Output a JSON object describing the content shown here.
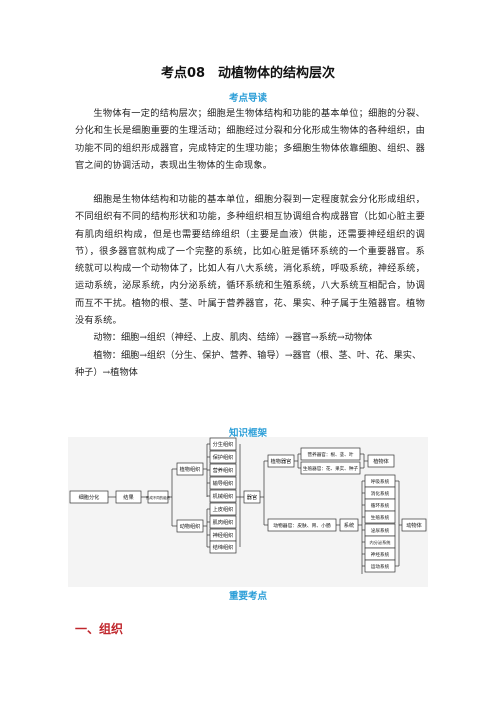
{
  "title": "考点08　动植物体的结构层次",
  "sections": {
    "guide": "考点导读",
    "framework": "知识框架",
    "key_points": "重要考点"
  },
  "paragraphs": [
    "生物体有一定的结构层次；细胞是生物体结构和功能的基本单位；细胞的分裂、分化和生长是细胞重要的生理活动；细胞经过分裂和分化形成生物体的各种组织，由功能不同的组织形成器官，完成特定的生理功能；多细胞生物体依靠细胞、组织、器官之间的协调活动，表现出生物体的生命现象。",
    "细胞是生物体结构和功能的基本单位，细胞分裂到一定程度就会分化形成组织，不同组织有不同的结构形状和功能，多种组织相互协调组合构成器官（比如心脏主要有肌肉组织构成，但是也需要结缔组织（主要是血液）供能，还需要神经组织的调节），很多器官就构成了一个完整的系统，比如心脏是循环系统的一个重要器官。系统就可以构成一个动物体了，比如人有八大系统，消化系统，呼吸系统，神经系统，运动系统，泌尿系统，内分泌系统，循环系统和生殖系统，八大系统互相配合，协调而互不干扰。植物的根、茎、叶属于营养器官，花、果实、种子属于生殖器官。植物没有系统。"
  ],
  "flows": [
    "动物：细胞→组织（神经、上皮、肌肉、结缔）→器官→系统→动物体",
    "植物：细胞→组织（分生、保护、营养、输导）→器官（根、茎、叶、花、果实、种子）→植物体"
  ],
  "diagram": {
    "cell_division": "细胞分化",
    "result": "结果",
    "forms_tissues": "形成不同的组织",
    "plant_tissue": "植物组织",
    "animal_tissue": "动物组织",
    "plant_tissue_items": [
      "分生组织",
      "保护组织",
      "营养组织",
      "输导组织",
      "机械组织"
    ],
    "animal_tissue_items": [
      "上皮组织",
      "肌肉组织",
      "神经组织",
      "结缔组织"
    ],
    "organ": "器官",
    "plant_organ": "植物器官",
    "nutrient_organ": "营养器官：根、茎、叶",
    "reproductive_organ": "生殖器官：花、果实、种子",
    "plant_body": "植物体",
    "animal_organ": "动物器官：皮肤、胃、小肠",
    "system": "系统",
    "system_items": [
      "呼吸系统",
      "消化系统",
      "循环系统",
      "生殖系统",
      "泌尿系统",
      "内分泌系统",
      "神经系统",
      "运动系统"
    ],
    "animal_body": "动物体"
  },
  "part_heading": "一、组织"
}
